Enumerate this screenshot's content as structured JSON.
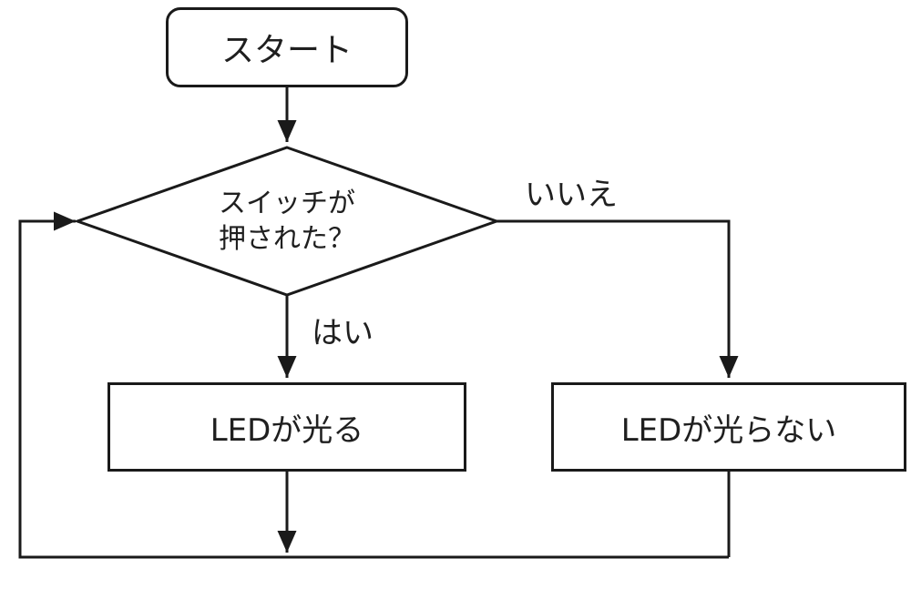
{
  "diagram": {
    "nodes": {
      "start": {
        "type": "terminator",
        "label": "スタート"
      },
      "decision": {
        "type": "decision",
        "label_line1": "スイッチが",
        "label_line2": "押された？"
      },
      "led_on": {
        "type": "process",
        "label": "LEDが光る"
      },
      "led_off": {
        "type": "process",
        "label": "LEDが光らない"
      }
    },
    "edge_labels": {
      "yes": "はい",
      "no": "いいえ"
    },
    "colors": {
      "stroke": "#1a1a1a",
      "text": "#1f1f1f",
      "background": "#ffffff"
    }
  }
}
